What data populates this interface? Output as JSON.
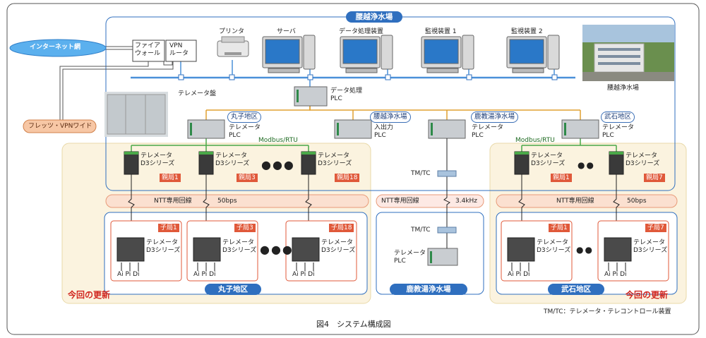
{
  "colors": {
    "accent_blue": "#2f6fbf",
    "fiber_orange": "#e0a030",
    "modbus_green": "#4aa848",
    "badge_red": "#e0593a",
    "update_red": "#d1261f",
    "local_area_bg": "#fbf3df"
  },
  "network": {
    "internet": "インターネット網",
    "flets": "フレッツ・VPNワイド",
    "firewall": "ファイア\nウォール",
    "vpn_router": "VPN\nルータ"
  },
  "main_site": {
    "title": "腰越浄水場",
    "photo_caption": "腰越浄水場",
    "telemeter_panel": "テレメータ盤",
    "devices": {
      "printer": "プリンタ",
      "server": "サーバ",
      "data_proc_device": "データ処理装置",
      "monitor1": "監視装置 1",
      "monitor2": "監視装置 2"
    },
    "data_plc": "データ処理\nPLC"
  },
  "plcs": {
    "maruko": {
      "tag": "丸子地区",
      "label": "テレメータ\nPLC"
    },
    "koshigoe": {
      "tag": "腰越浄水場",
      "label": "入出力\nPLC"
    },
    "kanoyu": {
      "tag": "鹿教湯浄水場",
      "label": "テレメータ\nPLC"
    },
    "takeshi": {
      "tag": "武石地区",
      "label": "テレメータ\nPLC"
    }
  },
  "modbus": "Modbus/RTU",
  "d3": "テレメータ\nD3シリーズ",
  "oya": {
    "o1": "親局1",
    "o3": "親局3",
    "o18": "親局18",
    "t1": "親局1",
    "t7": "親局7"
  },
  "ko": {
    "o1": "子局1",
    "o3": "子局3",
    "o18": "子局18",
    "t1": "子局1",
    "t7": "子局7"
  },
  "lines": {
    "ntt_line": "NTT専用回線",
    "bps": "50bps",
    "khz": "3.4kHz"
  },
  "io": "Ai Pi Di",
  "tmtc": "TM/TC",
  "kanoyu_plc_label": "テレメータ\nPLC",
  "regions": {
    "maruko": "丸子地区",
    "kanoyu": "鹿教湯浄水場",
    "takeshi": "武石地区"
  },
  "update_label": "今回の更新",
  "footnote": "TM/TC：テレメータ・テレコントロール装置",
  "caption": "図4　システム構成図"
}
